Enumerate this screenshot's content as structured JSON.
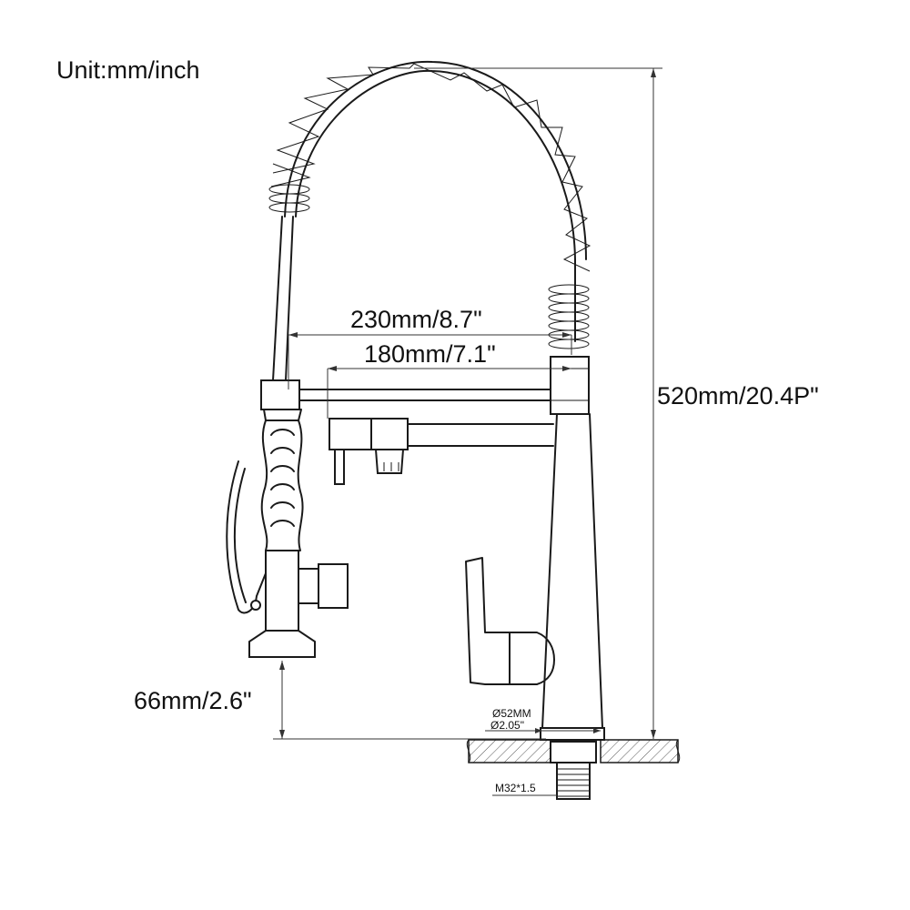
{
  "unit_label": "Unit:mm/inch",
  "dimensions": {
    "spout_reach": "230mm/8.7\"",
    "body_reach": "180mm/7.1\"",
    "total_height": "520mm/20.4P\"",
    "sprayer_height": "66mm/2.6\"",
    "base_diameter_mm": "Ø52MM",
    "base_diameter_in": "Ø2.05\"",
    "thread": "M32*1.5"
  },
  "colors": {
    "line": "#1a1a1a",
    "background": "#ffffff",
    "hatch": "#555555"
  }
}
